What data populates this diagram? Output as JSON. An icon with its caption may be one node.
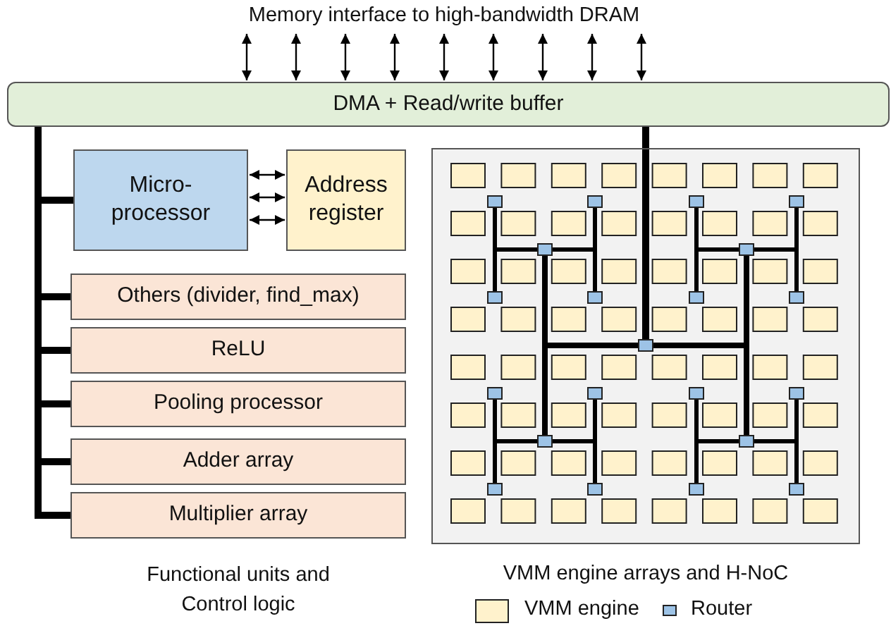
{
  "diagram": {
    "nodes": [
      {
        "text": [
          "DMA + Read/write buffer"
        ]
      },
      {
        "text": [
          "Micro- processor"
        ]
      },
      {
        "text": [
          "Address register"
        ]
      },
      {
        "text": [
          "Others (divider, find_max)"
        ]
      },
      {
        "text": [
          "ReLU"
        ]
      },
      {
        "text": [
          "Pooling processor"
        ]
      },
      {
        "text": [
          "Adder array"
        ]
      },
      {
        "text": [
          "Multiplier array"
        ]
      },
      {
        "text": [],
        "shape": "box",
        "beside": [
          "VMM engine arrays and H-NoC"
        ]
      },
      {
        "text": [
          "Memory interface to high-bandwidth DRAM"
        ]
      }
    ],
    "edges": [
      {
        "from": 9,
        "to": 0,
        "arrow": "both"
      },
      {
        "from": 9,
        "to": 0,
        "arrow": "both"
      },
      {
        "from": 9,
        "to": 0,
        "arrow": "both"
      },
      {
        "from": 9,
        "to": 0,
        "arrow": "both"
      },
      {
        "from": 9,
        "to": 0,
        "arrow": "both"
      },
      {
        "from": 9,
        "to": 0,
        "arrow": "both"
      },
      {
        "from": 9,
        "to": 0,
        "arrow": "both"
      },
      {
        "from": 9,
        "to": 0,
        "arrow": "both"
      },
      {
        "from": 9,
        "to": 0,
        "arrow": "both"
      },
      {
        "from": 1,
        "to": 2,
        "arrow": "both"
      },
      {
        "from": 1,
        "to": 2,
        "arrow": "both"
      },
      {
        "from": 1,
        "to": 2,
        "arrow": "both"
      },
      {
        "from": 0,
        "to": 1,
        "arrow": "none",
        "style": "thick"
      },
      {
        "from": 0,
        "to": 3,
        "arrow": "none",
        "style": "thick"
      },
      {
        "from": 0,
        "to": 4,
        "arrow": "none",
        "style": "thick"
      },
      {
        "from": 0,
        "to": 5,
        "arrow": "none",
        "style": "thick"
      },
      {
        "from": 0,
        "to": 6,
        "arrow": "none",
        "style": "thick"
      },
      {
        "from": 0,
        "to": 7,
        "arrow": "none",
        "style": "thick"
      },
      {
        "from": 0,
        "to": 8,
        "arrow": "none",
        "style": "thick"
      }
    ],
    "labels": [
      "Functional units and Control logic"
    ],
    "legend": [
      {
        "text": "VMM engine",
        "color": "#fff2cc"
      },
      {
        "text": "Router",
        "color": "#9dc3e6"
      }
    ]
  }
}
